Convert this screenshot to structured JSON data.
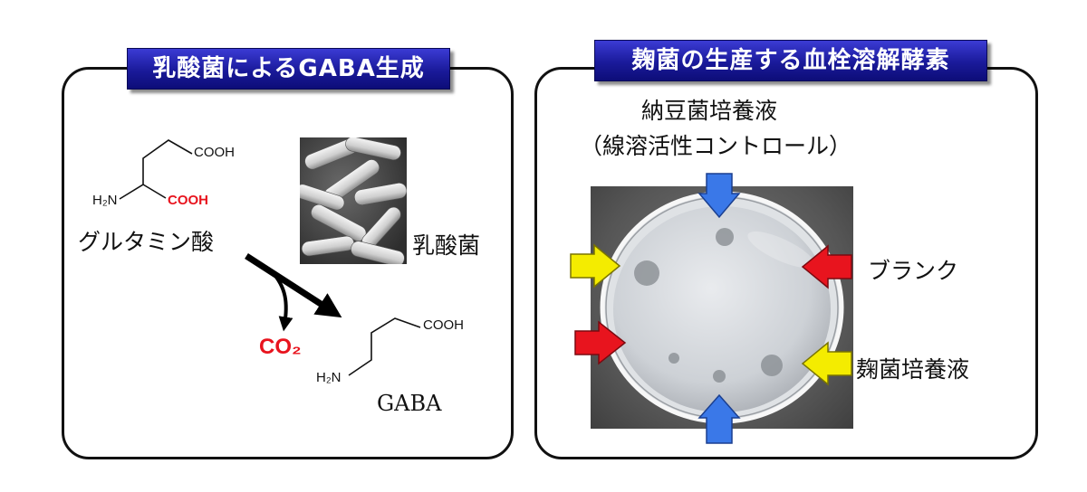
{
  "left_panel": {
    "title": "乳酸菌によるGABA生成",
    "glutamate": {
      "cooh_top": "COOH",
      "nh2": "H₂N",
      "cooh_red": "COOH",
      "name": "グルタミン酸"
    },
    "bacteria_label": "乳酸菌",
    "co2_label": "CO₂",
    "gaba": {
      "cooh": "COOH",
      "nh2": "H₂N",
      "name": "GABA"
    }
  },
  "right_panel": {
    "title": "麹菌の生産する血栓溶解酵素",
    "top_label_line1": "納豆菌培養液",
    "top_label_line2": "（線溶活性コントロール）",
    "blank_label": "ブランク",
    "koji_label": "麹菌培養液",
    "arrow_colors": {
      "blue": "#3a78e8",
      "yellow": "#f4ec00",
      "red": "#e8141e"
    }
  },
  "colors": {
    "banner_blue": "#1a1a9a",
    "highlight_red": "#e8141e"
  }
}
